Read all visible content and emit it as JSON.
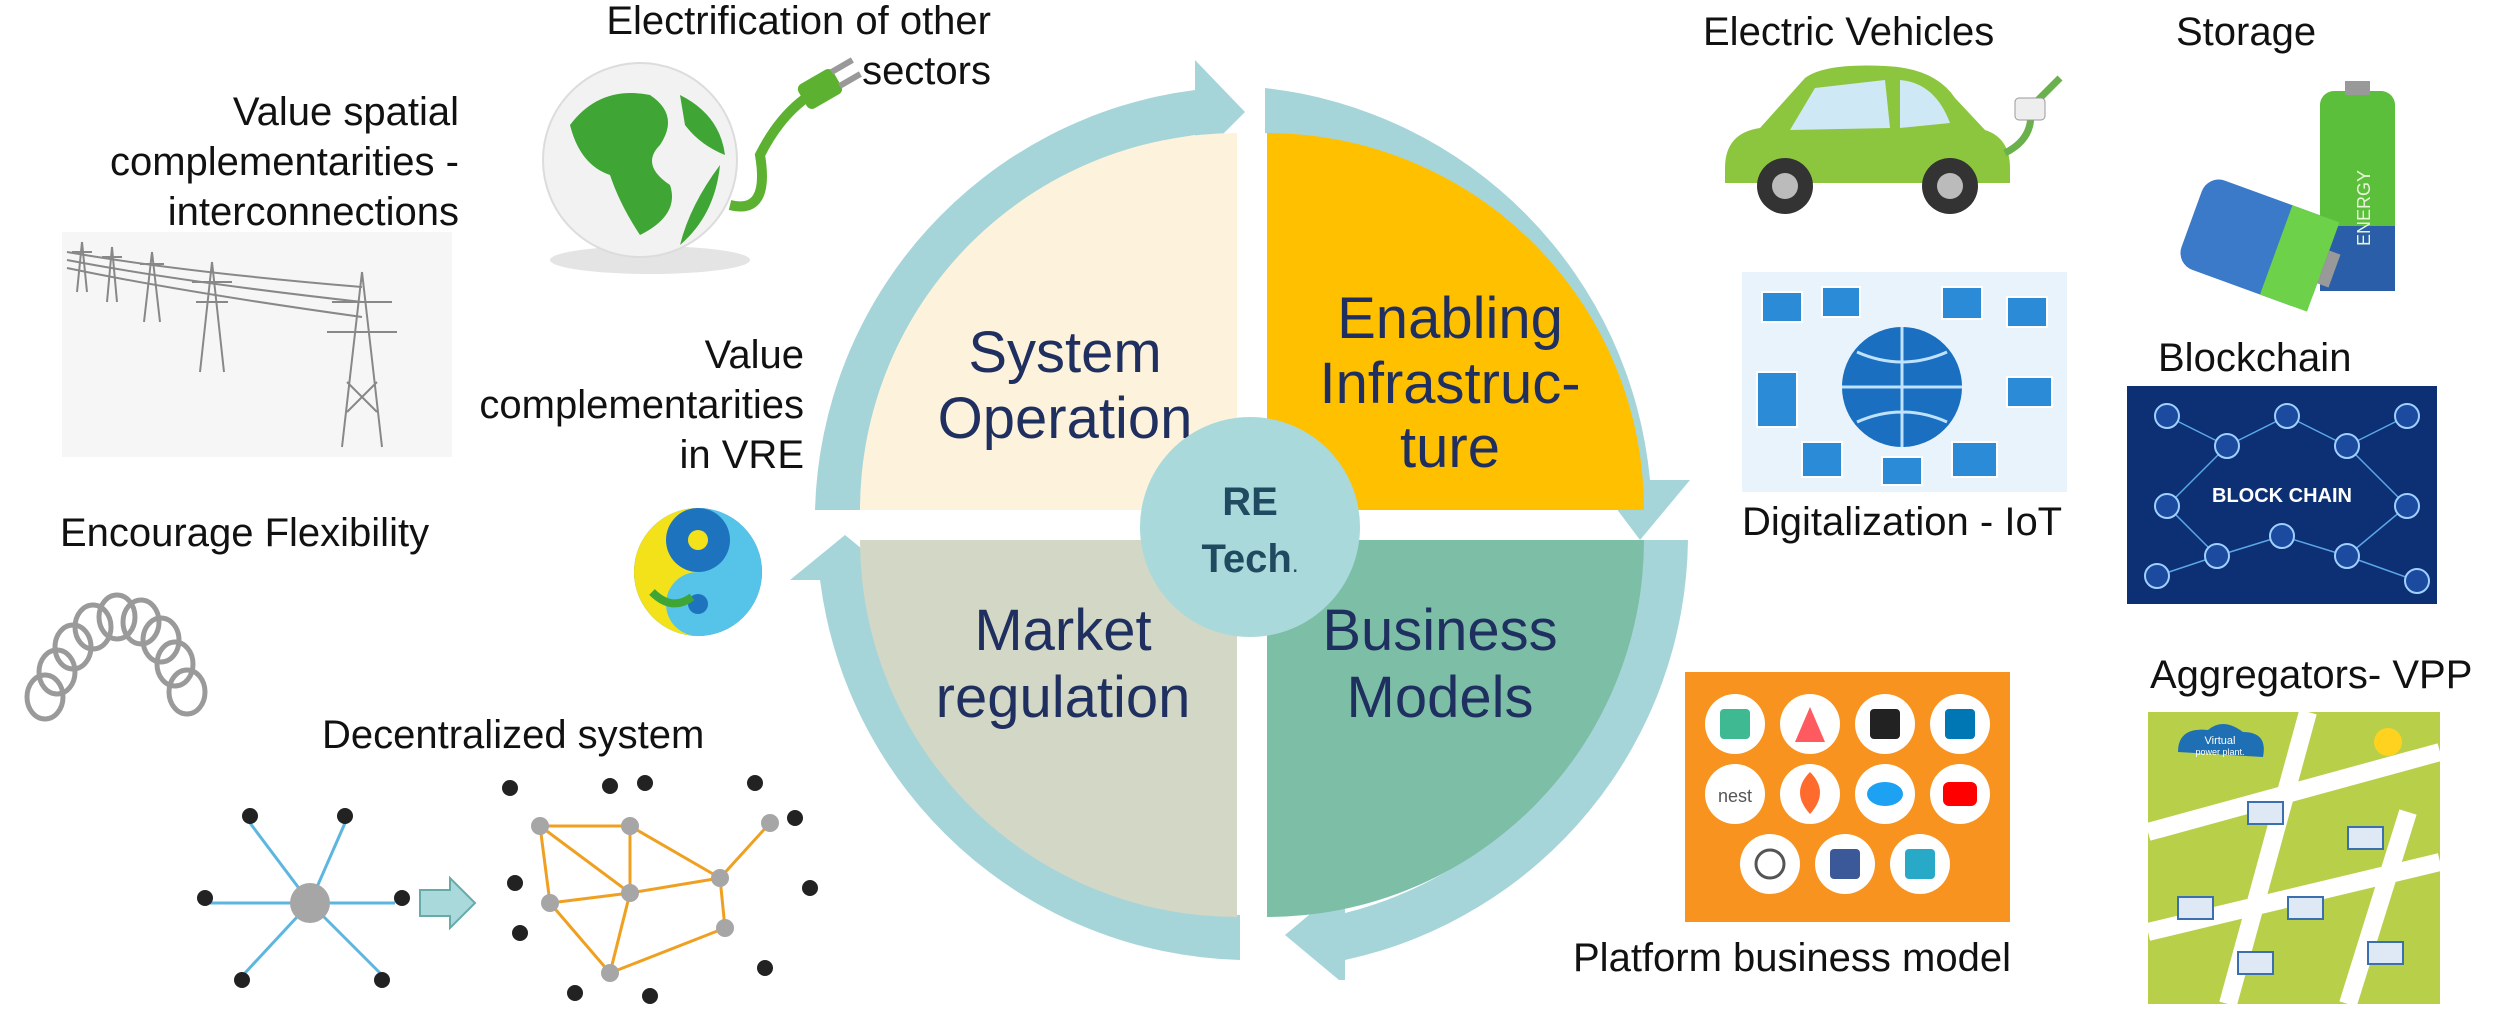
{
  "center": {
    "line1": "RE",
    "line2": "Tech",
    "suffix": "."
  },
  "quadrants": {
    "system_operation": [
      "System",
      "Operation"
    ],
    "enabling_infrastructure": [
      "Enabling",
      "Infrastruc-",
      "ture"
    ],
    "market_regulation": [
      "Market",
      "regulation"
    ],
    "business_models": [
      "Business",
      "Models"
    ]
  },
  "labels": {
    "electrification": [
      "Electrification of other",
      "sectors"
    ],
    "value_spatial": [
      "Value spatial",
      "complementarities -",
      "interconnections"
    ],
    "value_complementarities": [
      "Value",
      "complementarities",
      "in VRE"
    ],
    "encourage_flexibility": "Encourage Flexibility",
    "decentralized_system": "Decentralized system",
    "electric_vehicles": "Electric Vehicles",
    "storage": "Storage",
    "blockchain": "Blockchain",
    "digitalization": "Digitalization - IoT",
    "aggregators": "Aggregators- VPP",
    "platform_business_model": "Platform business model"
  },
  "image_text": {
    "block_chain": "BLOCK CHAIN",
    "battery_energy": "ENERGY",
    "vpp_cloud": [
      "Virtual",
      "power plant."
    ]
  },
  "colors": {
    "system_operation": "#fdf3dc",
    "enabling_infrastructure": "#ffc000",
    "market_regulation": "#d3d7c5",
    "business_models": "#7dbfa6",
    "ring_arrow": "#a6d5d9",
    "center_circle": "#a9d9da",
    "quadrant_text": "#1f2f5f",
    "center_text": "#1f4a60"
  },
  "icons": {
    "globe": "globe-plug-icon",
    "yinyang": "yin-yang-icon",
    "spring": "spring-icon",
    "car": "electric-car-icon",
    "battery": "battery-icon",
    "iot": "iot-globe-icon",
    "blockchain": "blockchain-network-icon",
    "apps": "platform-apps-icon",
    "vpp": "vpp-map-icon",
    "pylons": "power-pylons-icon",
    "network": "decentralized-network-icon"
  }
}
